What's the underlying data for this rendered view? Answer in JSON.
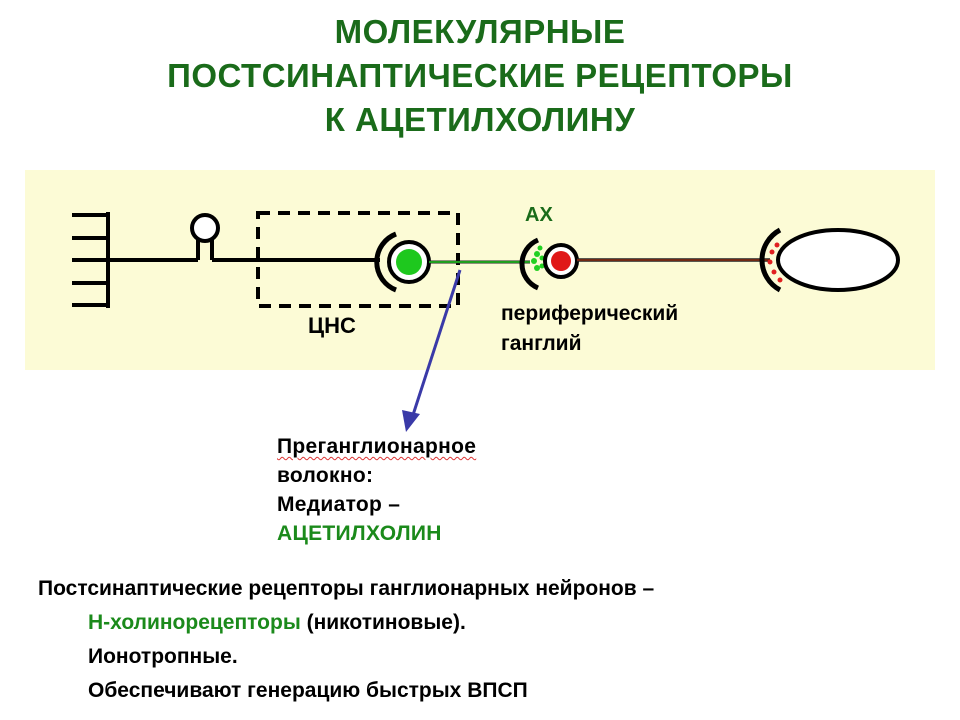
{
  "title": {
    "line1": "МОЛЕКУЛЯРНЫЕ",
    "line2": "ПОСТСИНАПТИЧЕСКИЕ РЕЦЕПТОРЫ",
    "line3": "К АЦЕТИЛХОЛИНУ"
  },
  "diagram": {
    "label_ach": "АХ",
    "label_cns": "ЦНС",
    "label_ganglion_1": "периферический",
    "label_ganglion_2": "ганглий"
  },
  "callout": {
    "line1": "Преганглионарное",
    "line2": "волокно:",
    "line3": "Медиатор –",
    "line4": "АЦЕТИЛХОЛИН"
  },
  "bottom": {
    "line1": "Постсинаптические рецепторы ганглионарных нейронов –",
    "line2_green": "Н-холинорецепторы",
    "line2_rest": " (никотиновые).",
    "line3": "Ионотропные.",
    "line4": "Обеспечивают генерацию быстрых ВПСП"
  },
  "colors": {
    "title": "#1a6b1a",
    "panel": "#fcfbd6",
    "green_node": "#1ec81e",
    "red_node": "#e01818",
    "arrow": "#3a3aa8"
  }
}
